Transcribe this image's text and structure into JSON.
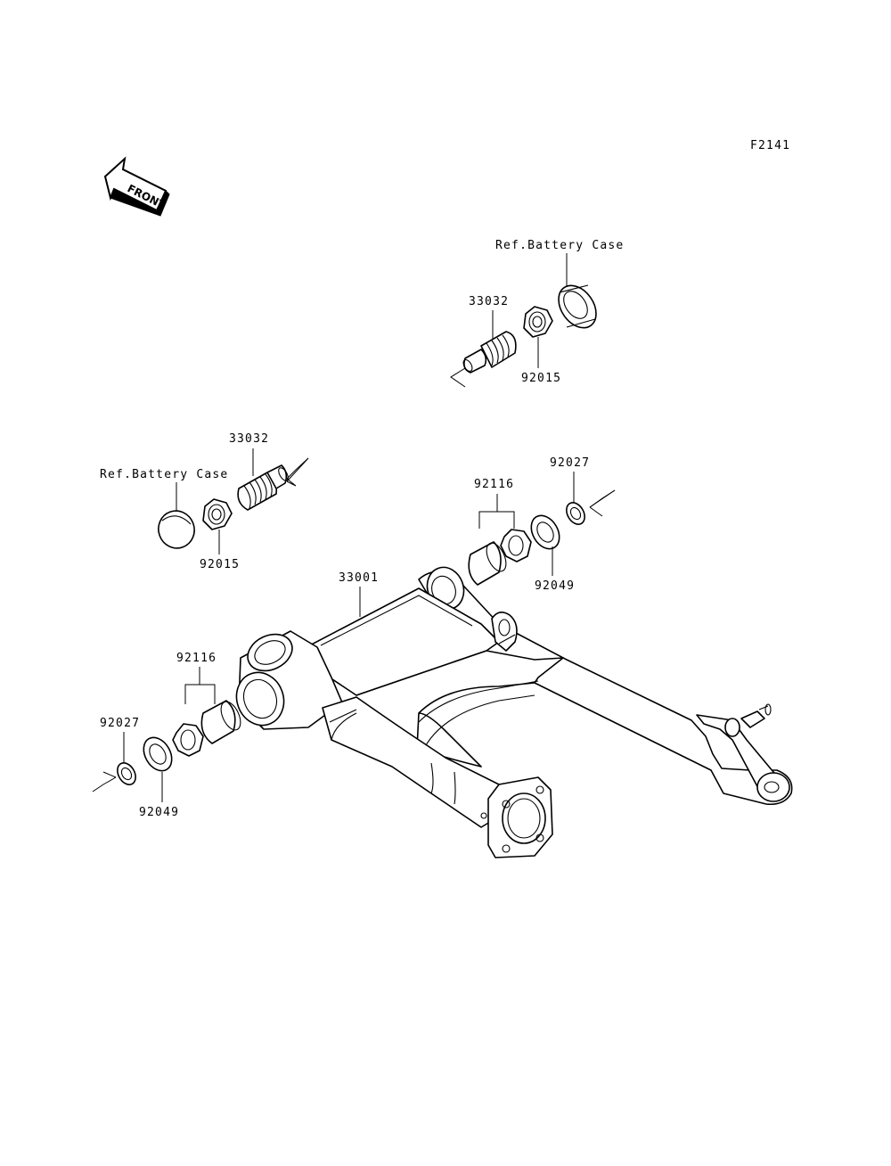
{
  "figure_code": "F2141",
  "front_arrow_text": "FRONT",
  "labels": {
    "ref_battery_case_top": "Ref.Battery Case",
    "ref_battery_case_left": "Ref.Battery Case",
    "pivot_shaft_top": "33032",
    "pivot_shaft_left": "33032",
    "nut_top": "92015",
    "nut_left": "92015",
    "swingarm": "33001",
    "bearing_right": "92116",
    "bearing_left": "92116",
    "seal_right": "92049",
    "seal_left": "92049",
    "collar_right": "92027",
    "collar_left": "92027"
  }
}
